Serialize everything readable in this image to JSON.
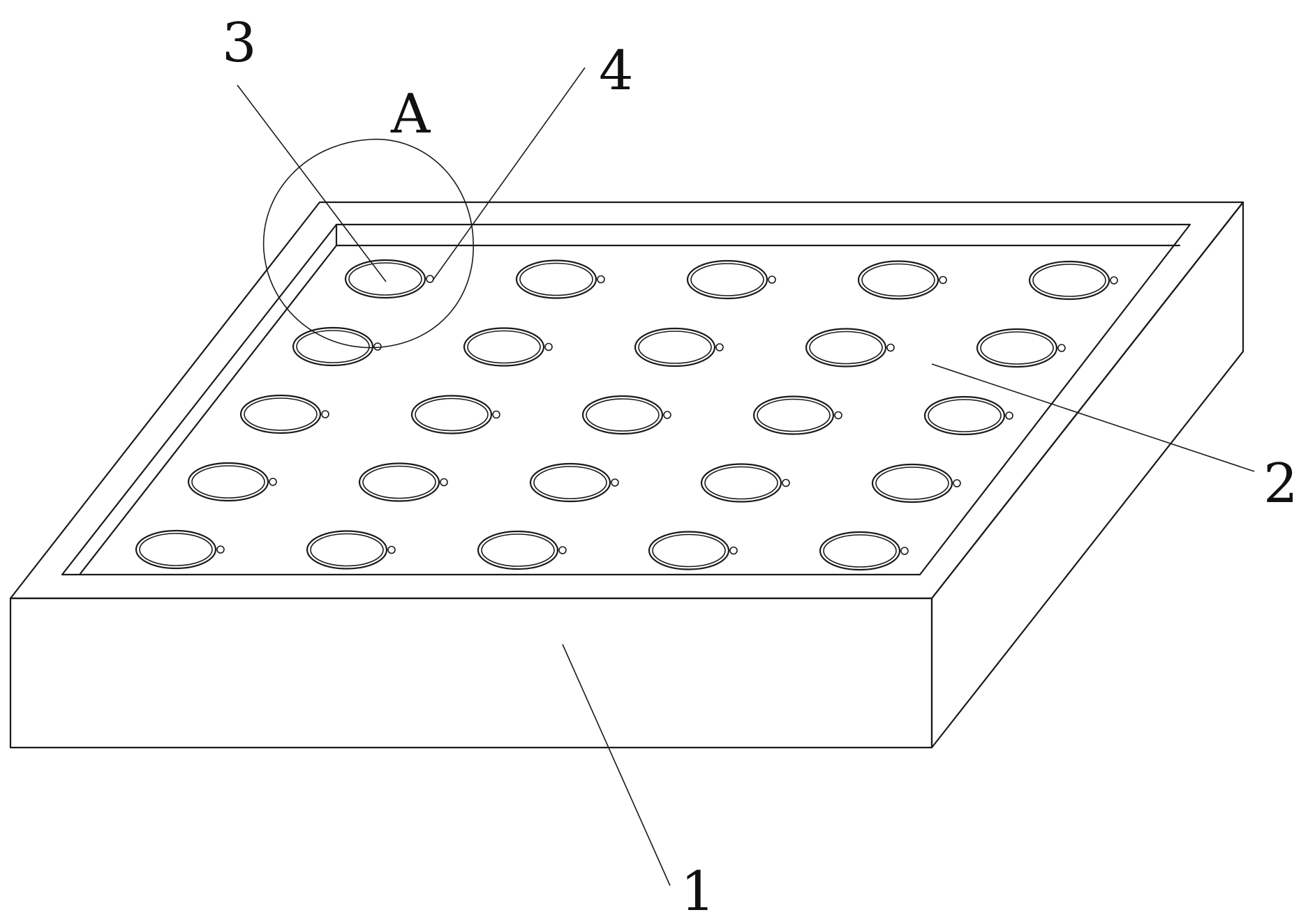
{
  "labels": {
    "base": "1",
    "plate": "2",
    "ring_hole": "3",
    "tab": "4",
    "detail": "A"
  },
  "grid": {
    "rows": 5,
    "cols": 5
  },
  "colors": {
    "line": "#1a1a1a",
    "background": "#ffffff"
  }
}
